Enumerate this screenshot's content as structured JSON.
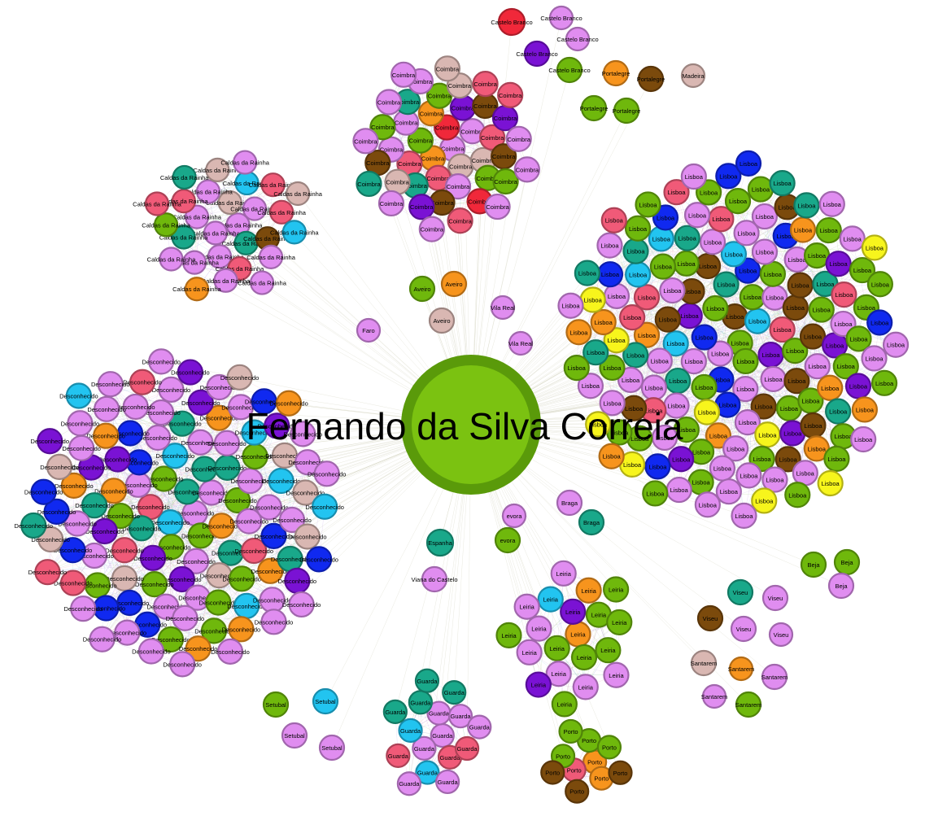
{
  "title": "Fernando da Silva Correia",
  "colors": {
    "green": "#6fb80c",
    "pink": "#e08df0",
    "brown": "#7b4a0c",
    "teal": "#19a88a",
    "cyan": "#22c4f0",
    "orange": "#f7941d",
    "red": "#f05a78",
    "crimson": "#f0283a",
    "purple": "#7a12d4",
    "blue": "#1029f0",
    "beige": "#d9b7b2",
    "yellow": "#f7f51c",
    "center": "#7bc211",
    "center_ring": "#5a9a0a",
    "edge": "#c7b5dc"
  },
  "clusters": [
    {
      "id": "coimbra",
      "label": "Coimbra",
      "count": 44,
      "palette": [
        "pink",
        "pink",
        "green",
        "pink",
        "green",
        "brown",
        "orange",
        "teal",
        "beige",
        "crimson",
        "purple",
        "red",
        "pink"
      ]
    },
    {
      "id": "caldas",
      "label": "Caldas da Rainha",
      "count": 28,
      "palette": [
        "pink",
        "pink",
        "green",
        "pink",
        "brown",
        "beige",
        "teal",
        "red",
        "orange",
        "cyan",
        "pink"
      ]
    },
    {
      "id": "lisboa",
      "label": "Lisboa",
      "count": 150,
      "palette": [
        "pink",
        "pink",
        "green",
        "pink",
        "green",
        "cyan",
        "brown",
        "teal",
        "red",
        "orange",
        "yellow",
        "purple",
        "blue",
        "pink",
        "green"
      ]
    },
    {
      "id": "desconhecido",
      "label": "Desconhecido",
      "count": 110,
      "palette": [
        "pink",
        "pink",
        "green",
        "pink",
        "green",
        "purple",
        "blue",
        "red",
        "orange",
        "teal",
        "beige",
        "cyan",
        "pink"
      ]
    },
    {
      "id": "leiria",
      "label": "Leiria",
      "count": 20,
      "palette": [
        "pink",
        "green",
        "pink",
        "orange",
        "purple",
        "brown",
        "cyan",
        "green"
      ]
    },
    {
      "id": "guarda",
      "label": "Guarda",
      "count": 16,
      "palette": [
        "pink",
        "pink",
        "cyan",
        "teal",
        "red",
        "pink"
      ]
    },
    {
      "id": "porto",
      "label": "Porto",
      "count": 10,
      "palette": [
        "green",
        "green",
        "brown",
        "orange",
        "red",
        "pink",
        "green"
      ]
    }
  ],
  "single_nodes": [
    {
      "label": "Castelo Branco",
      "color": "crimson"
    },
    {
      "label": "Castelo Branco",
      "color": "purple"
    },
    {
      "label": "Castelo Branco",
      "color": "green"
    },
    {
      "label": "Castelo Branco",
      "color": "pink"
    },
    {
      "label": "Castelo Branco",
      "color": "pink"
    },
    {
      "label": "Portalegre",
      "color": "orange"
    },
    {
      "label": "Portalegre",
      "color": "brown"
    },
    {
      "label": "Portalegre",
      "color": "green"
    },
    {
      "label": "Portalegre",
      "color": "green"
    },
    {
      "label": "Madeira",
      "color": "beige"
    },
    {
      "label": "Aveiro",
      "color": "green"
    },
    {
      "label": "Aveiro",
      "color": "orange"
    },
    {
      "label": "Aveiro",
      "color": "beige"
    },
    {
      "label": "Vila Real",
      "color": "pink"
    },
    {
      "label": "Vila Real",
      "color": "pink"
    },
    {
      "label": "Faro",
      "color": "pink"
    },
    {
      "label": "Braga",
      "color": "pink"
    },
    {
      "label": "Braga",
      "color": "teal"
    },
    {
      "label": "evora",
      "color": "pink"
    },
    {
      "label": "evora",
      "color": "green"
    },
    {
      "label": "Espanha",
      "color": "teal"
    },
    {
      "label": "Viana do Castelo",
      "color": "pink"
    },
    {
      "label": "Beja",
      "color": "green"
    },
    {
      "label": "Beja",
      "color": "green"
    },
    {
      "label": "Beja",
      "color": "pink"
    },
    {
      "label": "Viseu",
      "color": "teal"
    },
    {
      "label": "Viseu",
      "color": "pink"
    },
    {
      "label": "Viseu",
      "color": "brown"
    },
    {
      "label": "Viseu",
      "color": "pink"
    },
    {
      "label": "Viseu",
      "color": "pink"
    },
    {
      "label": "Santarem",
      "color": "beige"
    },
    {
      "label": "Santarem",
      "color": "orange"
    },
    {
      "label": "Santarem",
      "color": "pink"
    },
    {
      "label": "Santarem",
      "color": "pink"
    },
    {
      "label": "Santarem",
      "color": "green"
    },
    {
      "label": "Setubal",
      "color": "green"
    },
    {
      "label": "Setubal",
      "color": "cyan"
    },
    {
      "label": "Setubal",
      "color": "pink"
    },
    {
      "label": "Setubal",
      "color": "pink"
    }
  ]
}
